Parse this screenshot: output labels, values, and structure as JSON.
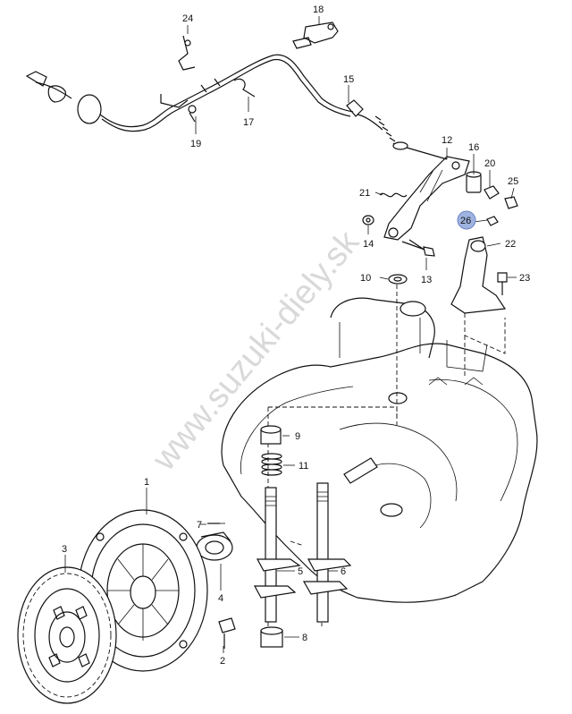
{
  "watermark": "www.suzuki-diely.sk",
  "highlight_color": "#9fb3e0",
  "callouts": [
    {
      "id": "c1",
      "label": "1"
    },
    {
      "id": "c2",
      "label": "2"
    },
    {
      "id": "c3",
      "label": "3"
    },
    {
      "id": "c4",
      "label": "4"
    },
    {
      "id": "c5",
      "label": "5"
    },
    {
      "id": "c6",
      "label": "6"
    },
    {
      "id": "c7",
      "label": "7"
    },
    {
      "id": "c8",
      "label": "8"
    },
    {
      "id": "c9",
      "label": "9"
    },
    {
      "id": "c10",
      "label": "10"
    },
    {
      "id": "c11",
      "label": "11"
    },
    {
      "id": "c12",
      "label": "12"
    },
    {
      "id": "c13",
      "label": "13"
    },
    {
      "id": "c14",
      "label": "14"
    },
    {
      "id": "c15",
      "label": "15"
    },
    {
      "id": "c16",
      "label": "16"
    },
    {
      "id": "c17",
      "label": "17"
    },
    {
      "id": "c18",
      "label": "18"
    },
    {
      "id": "c19",
      "label": "19"
    },
    {
      "id": "c20",
      "label": "20"
    },
    {
      "id": "c21",
      "label": "21"
    },
    {
      "id": "c22",
      "label": "22"
    },
    {
      "id": "c23",
      "label": "23"
    },
    {
      "id": "c24",
      "label": "24"
    },
    {
      "id": "c25",
      "label": "25"
    },
    {
      "id": "c26",
      "label": "26"
    }
  ],
  "highlighted_callout": "26"
}
